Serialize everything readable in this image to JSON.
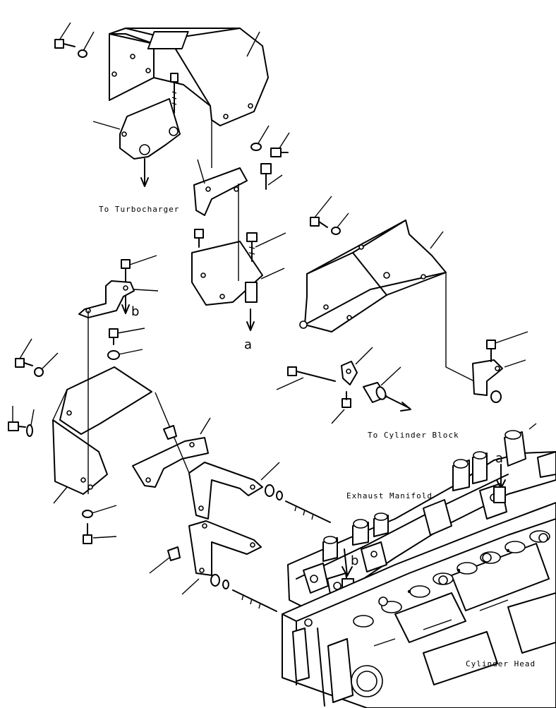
{
  "labels": {
    "to_turbocharger": "To Turbocharger",
    "to_cylinder_block": "To Cylinder Block",
    "exhaust_manifold": "Exhaust Manifold",
    "cylinder_head": "Cylinder Head",
    "ref_a": "a",
    "ref_b": "b"
  }
}
